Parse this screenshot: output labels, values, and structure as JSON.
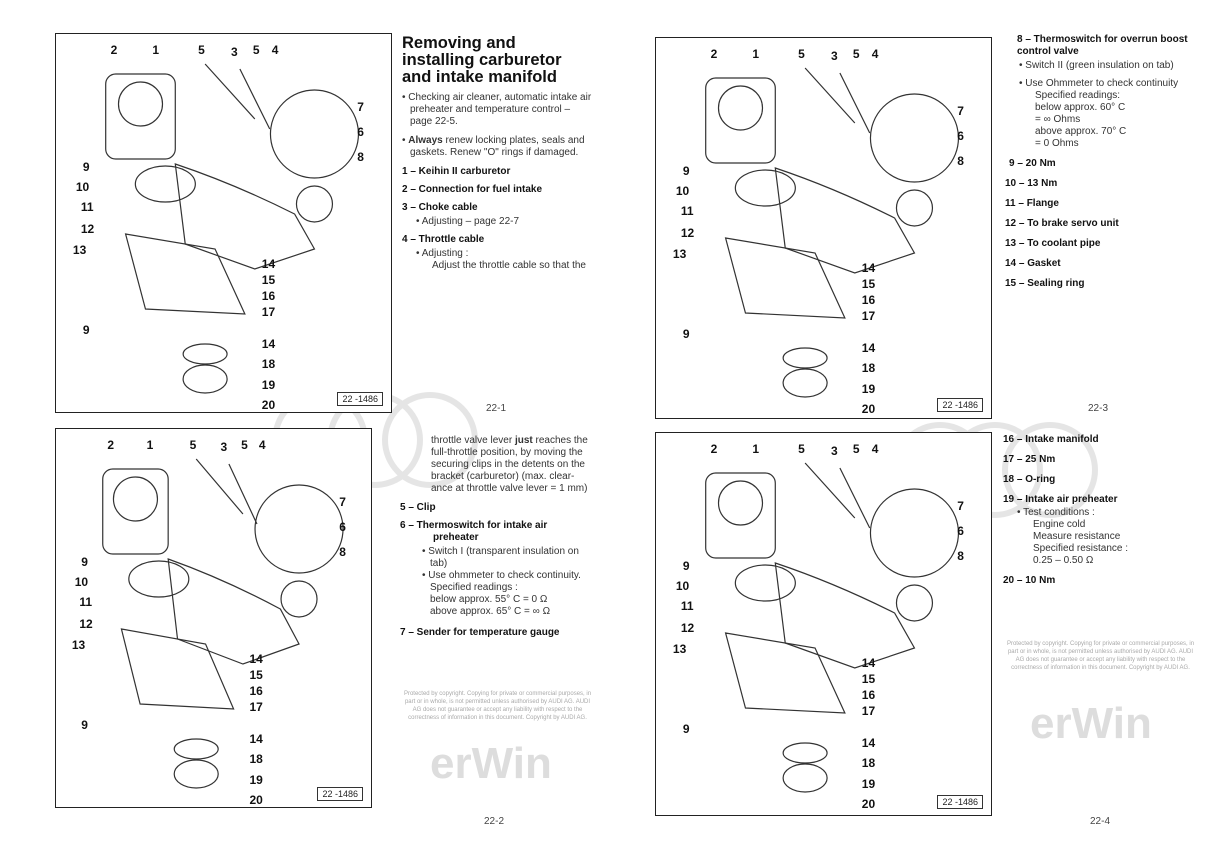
{
  "figure": {
    "callouts": [
      "2",
      "1",
      "5",
      "3",
      "5",
      "4",
      "7",
      "6",
      "8",
      "9",
      "10",
      "11",
      "12",
      "13",
      "14",
      "15",
      "16",
      "17",
      "9",
      "14",
      "18",
      "19",
      "20"
    ],
    "fig_id": "22 -1486"
  },
  "page1": {
    "title": "Removing and installing carburetor and intake manifold",
    "bullets": [
      "Checking air cleaner, automatic intake air preheater and temperature control – page 22-5.",
      "renew locking plates, seals and gaskets. Renew \"O\" rings if damaged."
    ],
    "bullet2_bold": "Always",
    "items": [
      {
        "label": "1 – Keihin II carburetor"
      },
      {
        "label": "2 – Connection for fuel intake"
      },
      {
        "label": "3 – Choke cable",
        "sub": "Adjusting – page 22-7"
      },
      {
        "label": "4 – Throttle cable",
        "sub": "Adjusting :",
        "text": "Adjust the throttle cable so that the"
      }
    ],
    "page_number": "22-1"
  },
  "page2": {
    "cont_pre": "throttle valve lever ",
    "cont_bold": "just",
    "cont_post": " reaches the full-throttle position, by moving the securing clips in the detents on the bracket (carburetor) (max. clear-ance at throttle valve lever = 1 mm)",
    "item5": "5 – Clip",
    "item6": "6 – Thermoswitch for intake air preheater",
    "item6_sub1": "Switch I (transparent insulation on tab)",
    "item6_sub2": "Use ohmmeter to check continuity.",
    "item6_r1": "Specified readings :",
    "item6_r2": "below approx.   55° C = 0 Ω",
    "item6_r3": "above approx.   65° C = ∞ Ω",
    "item7": "7 – Sender for temperature gauge",
    "page_number": "22-2"
  },
  "page3": {
    "item8": "8 – Thermoswitch for overrun boost control valve",
    "item8_sub1": "Switch II (green insulation on tab)",
    "item8_sub2": "Use Ohmmeter to check continuity",
    "item8_r1": "Specified readings:",
    "item8_r2": "below approx. 60° C",
    "item8_r3": "= ∞ Ohms",
    "item8_r4": "above approx. 70° C",
    "item8_r5": "= 0 Ohms",
    "items": [
      "9 – 20 Nm",
      "10 – 13 Nm",
      "11 – Flange",
      "12 – To brake servo unit",
      "13 – To coolant pipe",
      "14 – Gasket",
      "15 – Sealing ring"
    ],
    "page_number": "22-3"
  },
  "page4": {
    "items": [
      "16 – Intake manifold",
      "17 – 25 Nm",
      "18 – O-ring",
      "19 – Intake air preheater"
    ],
    "item19_sub": "Test conditions :",
    "item19_r1": "Engine cold",
    "item19_r2": "Measure resistance",
    "item19_r3": "Specified resistance :",
    "item19_r4": "0.25 – 0.50 Ω",
    "item20": "20 – 10 Nm",
    "page_number": "22-4"
  },
  "watermark": {
    "copyright": "Protected by copyright. Copying for private or commercial purposes, in part or in whole, is not permitted unless authorised by AUDI AG. AUDI AG does not guarantee or accept any liability with respect to the correctness of information in this document. Copyright by AUDI AG.",
    "logo": "erWin",
    "brand": "Audi"
  }
}
